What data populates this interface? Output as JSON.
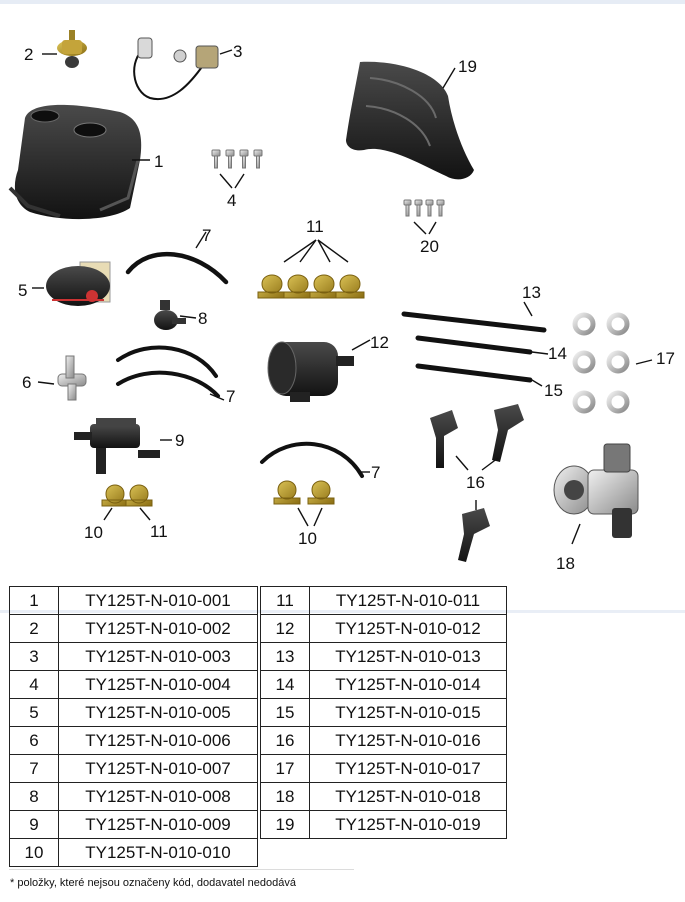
{
  "callouts": {
    "c1": "1",
    "c2": "2",
    "c3": "3",
    "c4": "4",
    "c5": "5",
    "c6": "6",
    "c7a": "7",
    "c7b": "7",
    "c7c": "7",
    "c8": "8",
    "c9": "9",
    "c10a": "10",
    "c10b": "10",
    "c11a": "11",
    "c11b": "11",
    "c12": "12",
    "c13": "13",
    "c14": "14",
    "c15": "15",
    "c16": "16",
    "c17": "17",
    "c18": "18",
    "c19": "19",
    "c20": "20"
  },
  "parts_table": {
    "left": [
      {
        "no": "1",
        "code": "TY125T-N-010-001"
      },
      {
        "no": "2",
        "code": "TY125T-N-010-002"
      },
      {
        "no": "3",
        "code": "TY125T-N-010-003"
      },
      {
        "no": "4",
        "code": "TY125T-N-010-004"
      },
      {
        "no": "5",
        "code": "TY125T-N-010-005"
      },
      {
        "no": "6",
        "code": "TY125T-N-010-006"
      },
      {
        "no": "7",
        "code": "TY125T-N-010-007"
      },
      {
        "no": "8",
        "code": "TY125T-N-010-008"
      },
      {
        "no": "9",
        "code": "TY125T-N-010-009"
      },
      {
        "no": "10",
        "code": "TY125T-N-010-010"
      }
    ],
    "right": [
      {
        "no": "11",
        "code": "TY125T-N-010-011"
      },
      {
        "no": "12",
        "code": "TY125T-N-010-012"
      },
      {
        "no": "13",
        "code": "TY125T-N-010-013"
      },
      {
        "no": "14",
        "code": "TY125T-N-010-014"
      },
      {
        "no": "15",
        "code": "TY125T-N-010-015"
      },
      {
        "no": "16",
        "code": "TY125T-N-010-016"
      },
      {
        "no": "17",
        "code": "TY125T-N-010-017"
      },
      {
        "no": "18",
        "code": "TY125T-N-010-018"
      },
      {
        "no": "19",
        "code": "TY125T-N-010-019"
      }
    ]
  },
  "footnote": "* položky, které nejsou označeny kód, dodavatel nedodává",
  "colors": {
    "part_dark": "#1e1e1e",
    "clamp_brass": "#b89a2a",
    "clip_silver": "#bcbcbc",
    "line": "#111111"
  }
}
